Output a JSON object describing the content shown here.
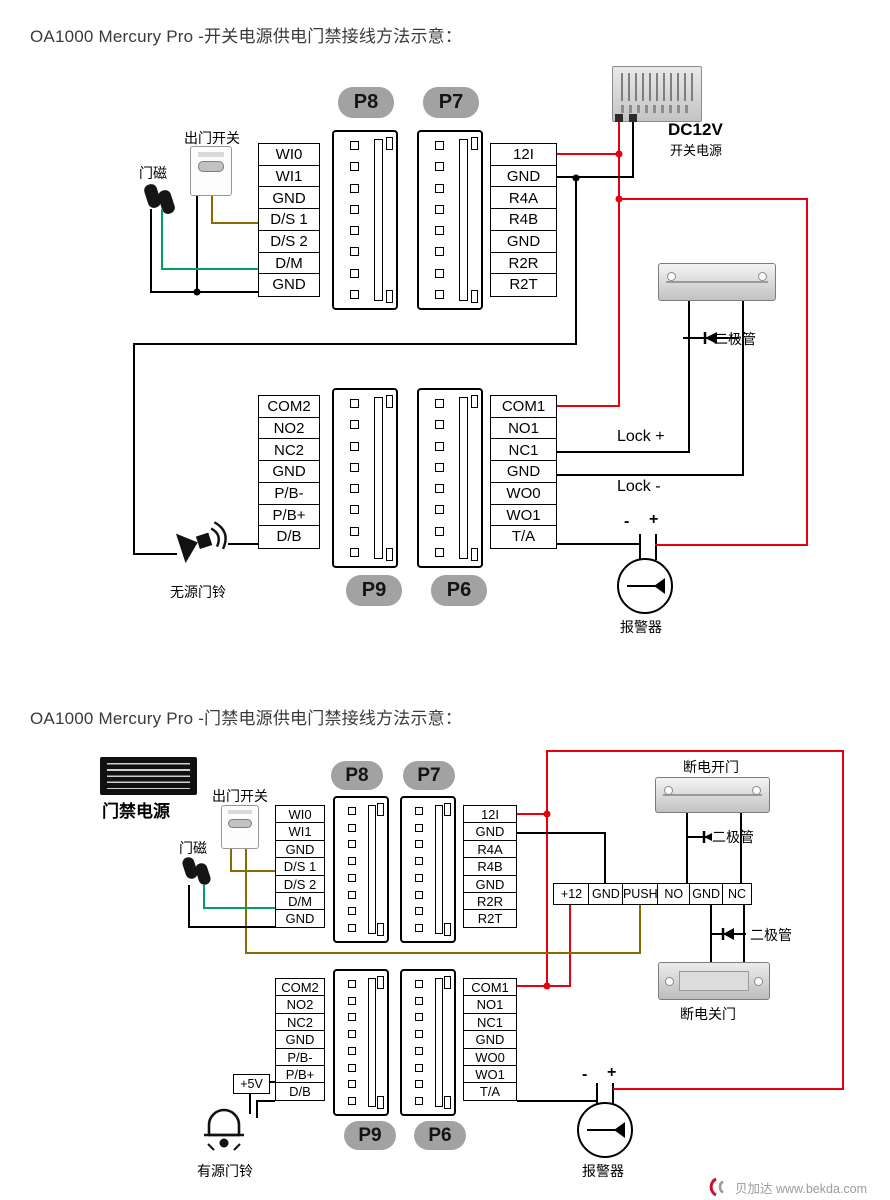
{
  "d1": {
    "title": "OA1000 Mercury Pro -开关电源供电门禁接线方法示意：",
    "pills": {
      "p8": "P8",
      "p7": "P7",
      "p9": "P9",
      "p6": "P6"
    },
    "topLeft": [
      "WI0",
      "WI1",
      "GND",
      "D/S 1",
      "D/S 2",
      "D/M",
      "GND"
    ],
    "topRight": [
      "12I",
      "GND",
      "R4A",
      "R4B",
      "GND",
      "R2R",
      "R2T"
    ],
    "botLeft": [
      "COM2",
      "NO2",
      "NC2",
      "GND",
      "P/B-",
      "P/B+",
      "D/B"
    ],
    "botRight": [
      "COM1",
      "NO1",
      "NC1",
      "GND",
      "WO0",
      "WO1",
      "T/A"
    ],
    "labels": {
      "exitButton": "出门开关",
      "doorMagnet": "门磁",
      "psuModel": "DC12V",
      "psuName": "开关电源",
      "diode": "二极管",
      "lockPlus": "Lock +",
      "lockMinus": "Lock -",
      "minus": "-",
      "plus": "+",
      "doorbell": "无源门铃",
      "alarm": "报警器"
    }
  },
  "d2": {
    "title": "OA1000 Mercury Pro -门禁电源供电门禁接线方法示意：",
    "pills": {
      "p8": "P8",
      "p7": "P7",
      "p9": "P9",
      "p6": "P6"
    },
    "topLeft": [
      "WI0",
      "WI1",
      "GND",
      "D/S 1",
      "D/S 2",
      "D/M",
      "GND"
    ],
    "topRight": [
      "12I",
      "GND",
      "R4A",
      "R4B",
      "GND",
      "R2R",
      "R2T"
    ],
    "botLeft": [
      "COM2",
      "NO2",
      "NC2",
      "GND",
      "P/B-",
      "P/B+",
      "D/B"
    ],
    "botRight": [
      "COM1",
      "NO1",
      "NC1",
      "GND",
      "WO0",
      "WO1",
      "T/A"
    ],
    "strip": [
      "+12",
      "GND",
      "PUSH",
      "NO",
      "GND",
      "NC"
    ],
    "labels": {
      "powerName": "门禁电源",
      "exitButton": "出门开关",
      "doorMagnet": "门磁",
      "failSafeLock": "断电开门",
      "diode1": "二极管",
      "diode2": "二极管",
      "failSecureLock": "断电关门",
      "plus5v": "+5V",
      "doorbell": "有源门铃",
      "alarm": "报警器",
      "minus": "-",
      "plus": "+"
    }
  },
  "watermark": {
    "text": "贝加达 www.bekda.com"
  },
  "colors": {
    "wireRed": "#e8000f",
    "wireBlack": "#000000",
    "wireGreen": "#00a05f",
    "wireBrown": "#8a6a00",
    "pillGray": "#a2a2a2"
  }
}
